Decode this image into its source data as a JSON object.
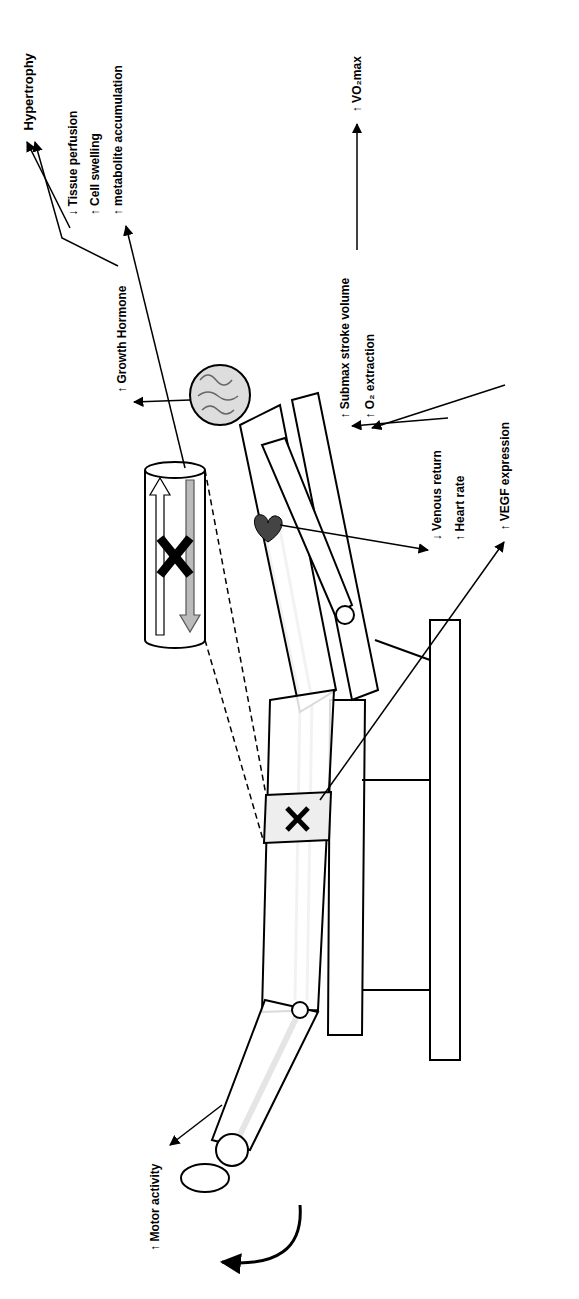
{
  "diagram": {
    "labels": [
      "Hypertrophy",
      "↓ Tissue perfusion",
      "↑ Cell swelling",
      "↑ metabolite accumulation",
      "↑ Growth Hormone",
      "↑ Motor activity",
      "↓ Venous return",
      "↑ Heart rate",
      "↑ VEGF expression",
      "↑ Submax stroke volume",
      "↑ O₂ extraction",
      "↑ VO₂max"
    ]
  }
}
